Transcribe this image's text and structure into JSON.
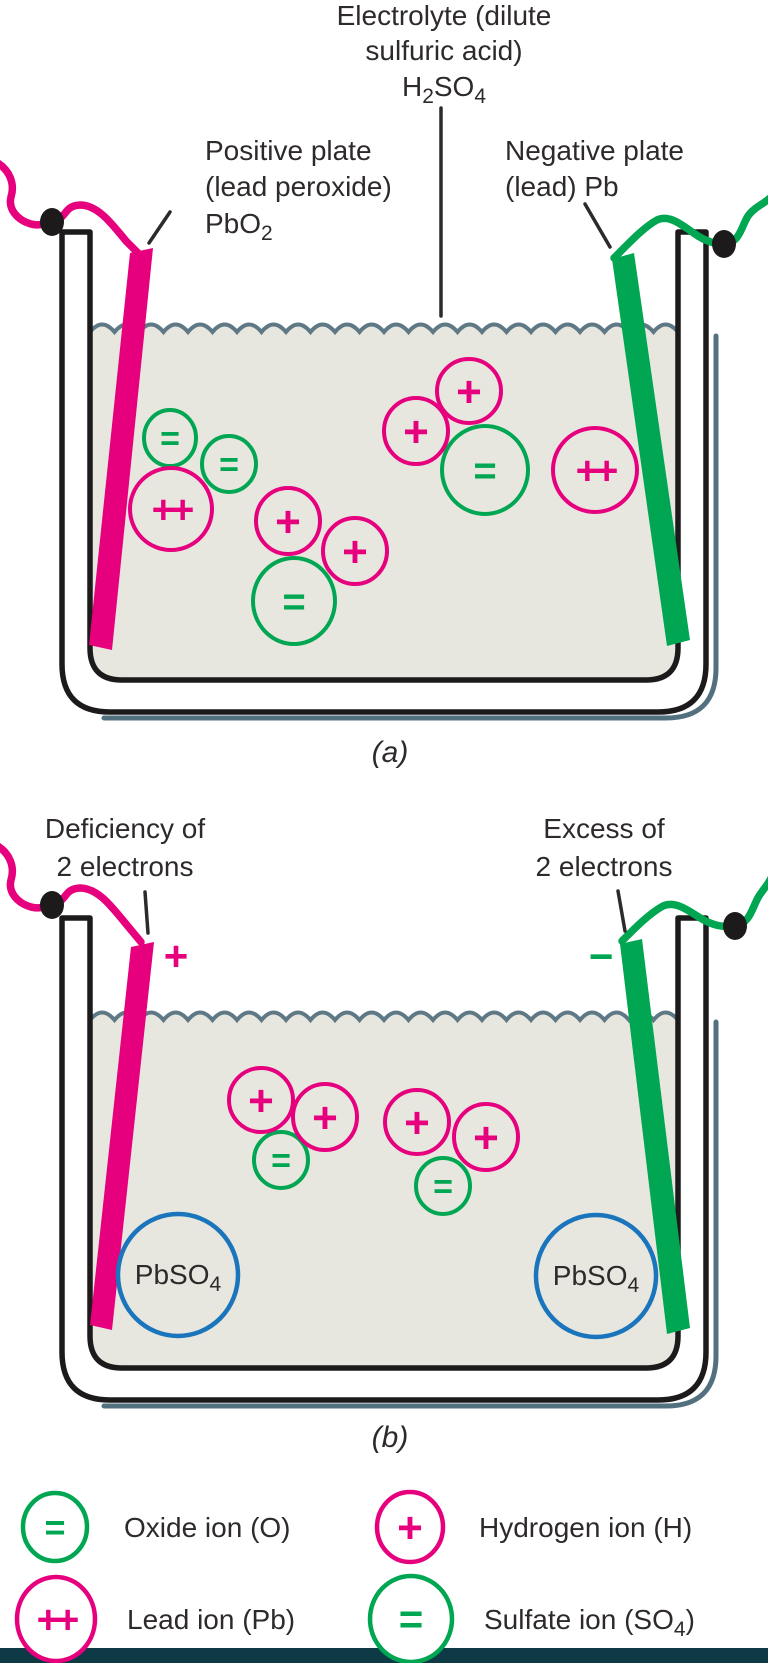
{
  "colors": {
    "ink": "#2e2a2b",
    "outline": "#1d1a1b",
    "magenta": "#e6007e",
    "green": "#00a651",
    "blue": "#1b75bc",
    "liquid": "#e8e7df",
    "wave": "#5e7886",
    "shadow": "#52707e",
    "bar": "#0e3a46",
    "paper": "#ffffff"
  },
  "part_a": {
    "caption": "(a)",
    "electrolyte_label": {
      "line1": "Electrolyte (dilute",
      "line2": "sulfuric acid)",
      "formula_base1": "H",
      "formula_sub1": "2",
      "formula_base2": "SO",
      "formula_sub2": "4"
    },
    "positive_plate_label": {
      "line1": "Positive plate",
      "line2": "(lead peroxide)",
      "formula_base": "PbO",
      "formula_sub": "2"
    },
    "negative_plate_label": {
      "line1": "Negative plate",
      "line2": "(lead) Pb"
    },
    "ions": [
      {
        "type": "oxide-ion",
        "symbol": "="
      },
      {
        "type": "oxide-ion",
        "symbol": "="
      },
      {
        "type": "sulfate-ion",
        "symbol": "="
      },
      {
        "type": "lead-ion",
        "symbol": "++"
      },
      {
        "type": "hydrogen-ion",
        "symbol": "+"
      },
      {
        "type": "hydrogen-ion",
        "symbol": "+"
      },
      {
        "type": "sulfate-ion",
        "symbol": "="
      },
      {
        "type": "hydrogen-ion",
        "symbol": "+"
      },
      {
        "type": "hydrogen-ion",
        "symbol": "+"
      },
      {
        "type": "lead-ion",
        "symbol": "++"
      }
    ]
  },
  "part_b": {
    "caption": "(b)",
    "left_label": {
      "line1": "Deficiency of",
      "line2": "2 electrons"
    },
    "right_label": {
      "line1": "Excess of",
      "line2": "2 electrons"
    },
    "positive_sign": "+",
    "negative_sign": "−",
    "ions": [
      {
        "type": "oxide-ion",
        "symbol": "="
      },
      {
        "type": "hydrogen-ion",
        "symbol": "+"
      },
      {
        "type": "hydrogen-ion",
        "symbol": "+"
      },
      {
        "type": "oxide-ion",
        "symbol": "="
      },
      {
        "type": "hydrogen-ion",
        "symbol": "+"
      },
      {
        "type": "hydrogen-ion",
        "symbol": "+"
      }
    ],
    "deposits": [
      {
        "base": "PbSO",
        "sub": "4"
      },
      {
        "base": "PbSO",
        "sub": "4"
      }
    ]
  },
  "legend": {
    "items": [
      {
        "symbol": "=",
        "label": "Oxide ion (O)"
      },
      {
        "symbol": "+",
        "label": "Hydrogen ion (H)"
      },
      {
        "symbol": "++",
        "label": "Lead ion (Pb)"
      },
      {
        "symbol": "=",
        "label_base": "Sulfate ion (SO",
        "label_sub": "4",
        "label_close": ")"
      }
    ]
  }
}
